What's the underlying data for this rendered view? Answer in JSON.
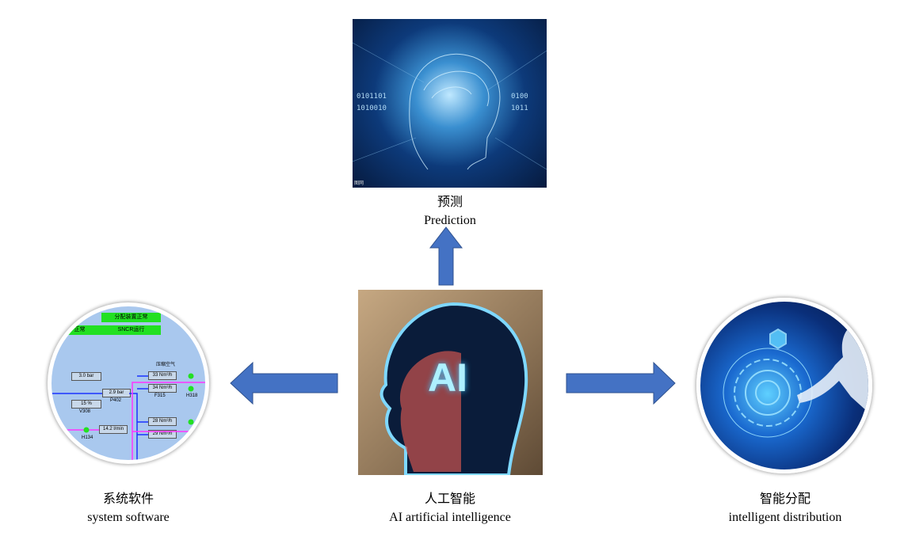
{
  "top": {
    "label_zh": "预测",
    "label_en": "Prediction",
    "image": "ai-brain-head-network",
    "watermark": "图网"
  },
  "center": {
    "label_zh": "人工智能",
    "label_en": "AI artificial intelligence",
    "image": "neon-head-ai",
    "image_text": "AI"
  },
  "left": {
    "label_zh": "系统软件",
    "label_en": "system software",
    "image": "scada-schematic",
    "schematic": {
      "status1": "分配装置正常",
      "status2": "SNCR运行",
      "status3": "正常",
      "air": "压缩空气",
      "p1": "3.0 bar",
      "p2": "2.9 bar",
      "pct": "15 %",
      "v": "V308",
      "p": "P402",
      "f1": "33 Nm³/h",
      "f2": "34 Nm³/h",
      "f3": "28 Nm³/h",
      "f4": "29 Nm³/h",
      "fl": "F315",
      "h1": "H318",
      "flow": "14.2 l/min",
      "h2": "H134"
    }
  },
  "right": {
    "label_zh": "智能分配",
    "label_en": "intelligent distribution",
    "image": "robot-touching-hud"
  },
  "colors": {
    "arrow": "#4472c4",
    "arrow_border": "#2f528f"
  }
}
